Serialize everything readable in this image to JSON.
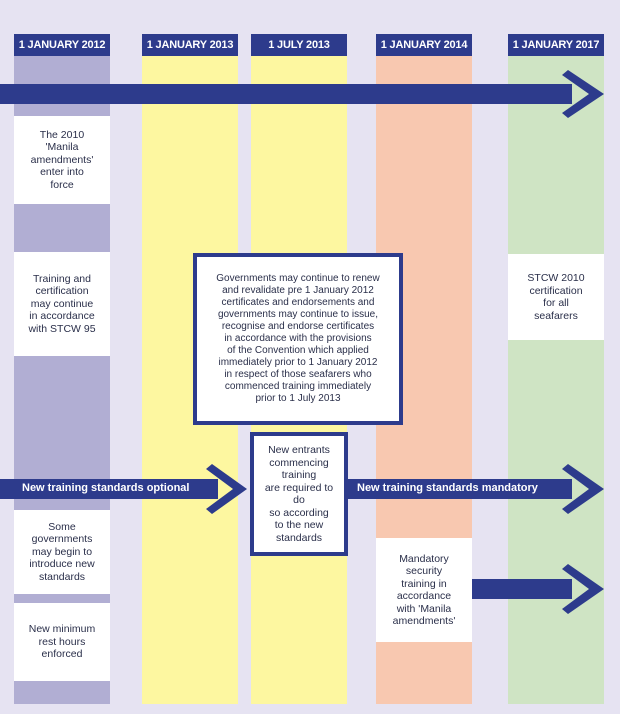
{
  "headers": [
    "1 JANUARY 2012",
    "1 JANUARY 2013",
    "1 JULY 2013",
    "1 JANUARY 2014",
    "1 JANUARY 2017"
  ],
  "boxes": {
    "manila_enter_force": "The 2010\n'Manila\namendments'\nenter into\nforce",
    "training_stcw95": "Training and\ncertification\nmay continue\nin accordance\nwith STCW 95",
    "governments_renew": "Governments may continue to renew\nand revalidate pre 1 January 2012\ncertificates and endorsements and\ngovernments may continue to issue,\nrecognise and endorse certificates\nin accordance with the provisions\nof the Convention which applied\nimmediately prior to 1 January 2012\nin respect of those seafarers who\ncommenced training immediately\nprior to 1 July 2013",
    "stcw2010_all": "STCW 2010\ncertification\nfor all\nseafarers",
    "new_entrants": "New entrants\ncommencing\ntraining\nare required to do\nso according\nto the new\nstandards",
    "some_governments": "Some\ngovernments\nmay begin to\nintroduce new\nstandards",
    "mandatory_security": "Mandatory\nsecurity\ntraining in\naccordance\nwith 'Manila\namendments'",
    "rest_hours": "New minimum\nrest hours\nenforced"
  },
  "bars": {
    "optional": "New training standards optional",
    "mandatory": "New training standards mandatory"
  },
  "colors": {
    "navy": "#2d3b8c",
    "background": "#e6e3f2",
    "col_2012": "#b1aed3",
    "col_2013_jan": "#fdf7a0",
    "col_2013_jul": "#fdf7a0",
    "col_2014": "#f8c8b0",
    "col_2017": "#cfe4c4"
  }
}
